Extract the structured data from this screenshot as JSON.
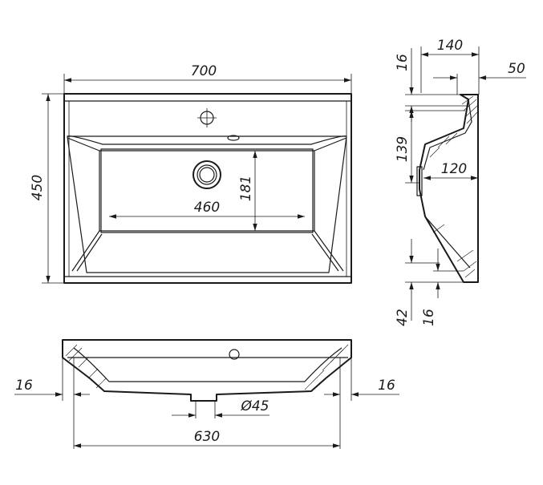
{
  "diagram": {
    "top_view": {
      "width_label": "700",
      "height_label": "450",
      "bowl_width_label": "460",
      "bowl_depth_label": "181"
    },
    "side_view": {
      "top_width_label": "140",
      "rim_label": "50",
      "rim_thickness_label": "16",
      "height_label": "139",
      "depth_label": "120",
      "base_label": "42",
      "base_thickness_label": "16"
    },
    "front_view": {
      "left_wall_label": "16",
      "right_wall_label": "16",
      "drain_label": "Ø45",
      "bottom_width_label": "630"
    }
  }
}
